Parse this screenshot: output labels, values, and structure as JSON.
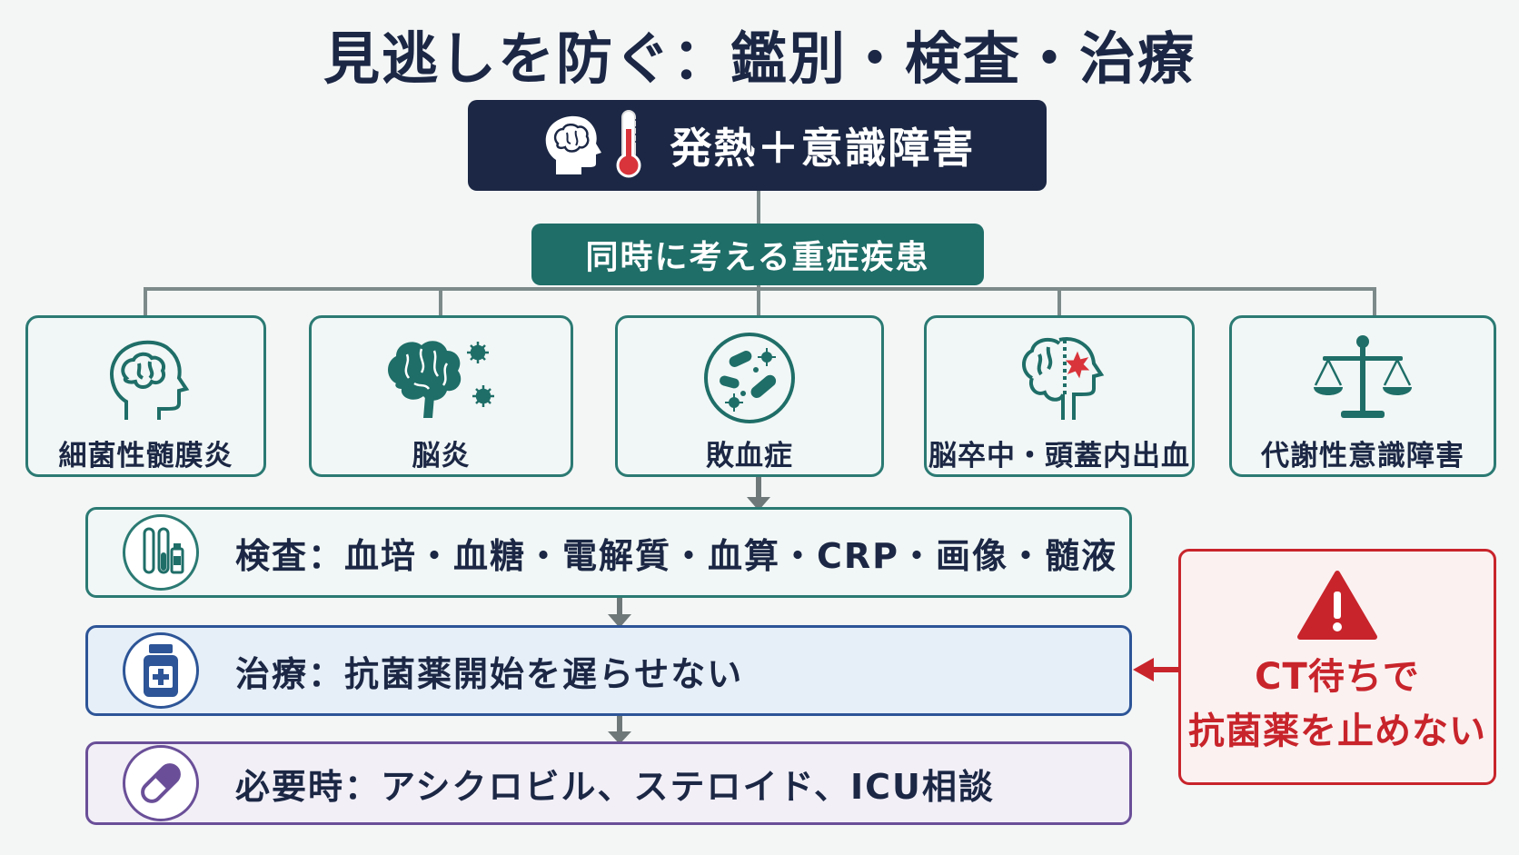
{
  "title": "見逃しを防ぐ：鑑別・検査・治療",
  "top_box": {
    "label": "発熱＋意識障害",
    "icons": [
      "brain-head-icon",
      "thermometer-icon"
    ]
  },
  "sub_box": {
    "label": "同時に考える重症疾患"
  },
  "diseases": [
    {
      "label": "細菌性髄膜炎",
      "icon": "brain-head-icon"
    },
    {
      "label": "脳炎",
      "icon": "brain-virus-icon"
    },
    {
      "label": "敗血症",
      "icon": "bacteria-icon"
    },
    {
      "label": "脳卒中・頭蓋内出血",
      "icon": "brain-hemorrhage-icon"
    },
    {
      "label": "代謝性意識障害",
      "icon": "scale-icon"
    }
  ],
  "steps": [
    {
      "label": "検査：血培・血糖・電解質・血算・CRP・画像・髄液",
      "icon": "test-tube-icon"
    },
    {
      "label": "治療：抗菌薬開始を遅らせない",
      "icon": "medicine-bottle-icon"
    },
    {
      "label": "必要時：アシクロビル、ステロイド、ICU相談",
      "icon": "capsule-icon"
    }
  ],
  "warning": {
    "line1": "CT待ちで",
    "line2": "抗菌薬を止めない",
    "icon": "warning-icon"
  },
  "colors": {
    "navy": "#1b2744",
    "teal": "#1f6e68",
    "blue": "#2d5597",
    "purple": "#6a4f98",
    "red": "#c8242b"
  }
}
